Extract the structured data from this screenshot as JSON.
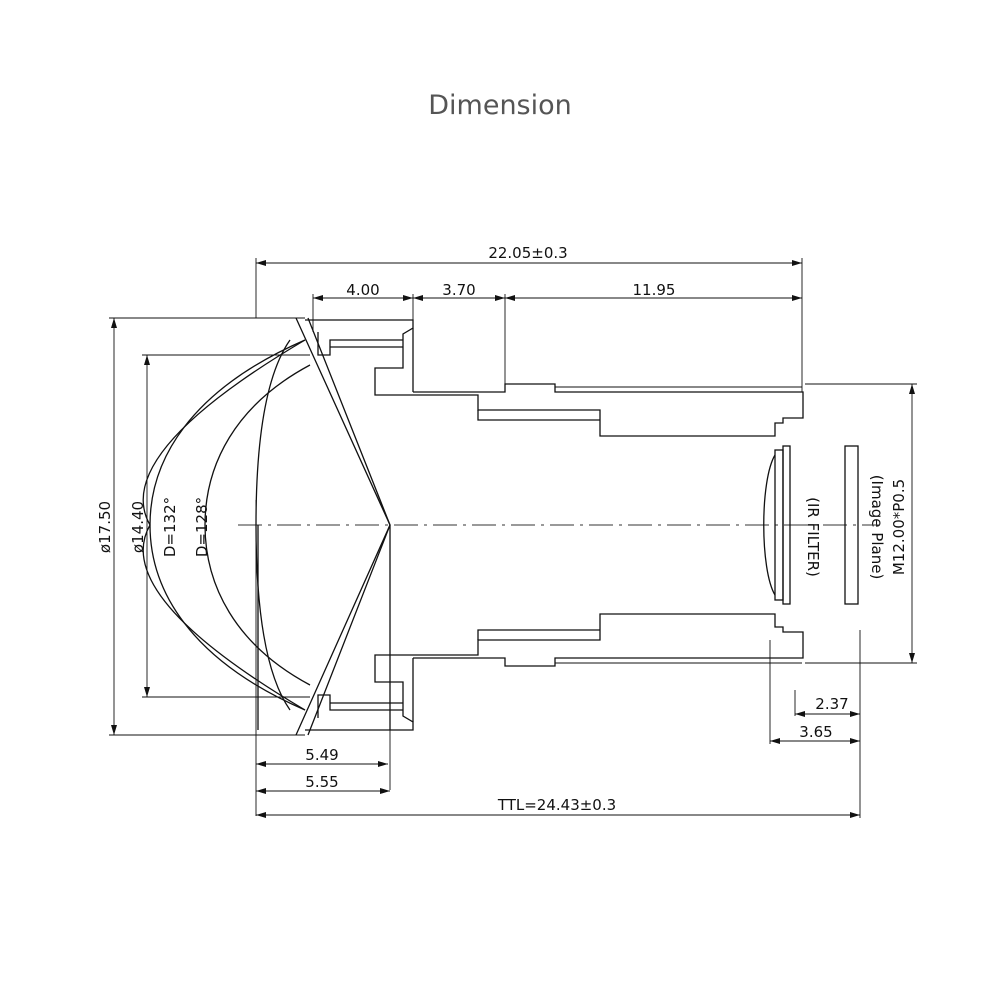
{
  "title": "Dimension",
  "dimensions": {
    "overall_length": "22.05±0.3",
    "seg1": "4.00",
    "seg2": "3.70",
    "seg3": "11.95",
    "outer_diameter": "ø17.50",
    "inner_diameter": "ø14.40",
    "fov_132": "D=132°",
    "fov_128": "D=128°",
    "front_549": "5.49",
    "front_555": "5.55",
    "ttl": "TTL=24.43±0.3",
    "back_237": "2.37",
    "back_365": "3.65",
    "thread": "M12.00*P0.5"
  },
  "labels": {
    "ir_filter": "(IR FILTER)",
    "image_plane": "(Image Plane)"
  }
}
